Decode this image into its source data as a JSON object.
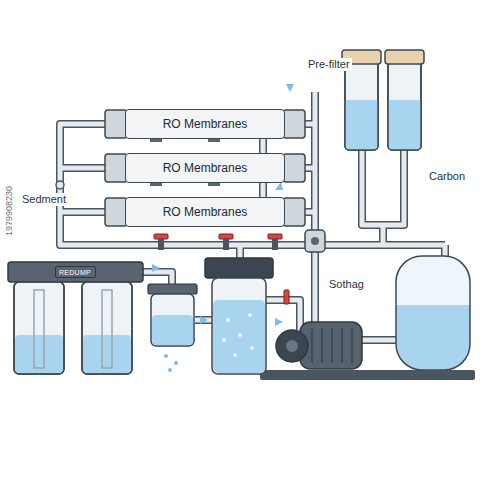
{
  "diagram": {
    "nodes": [
      {
        "text": [
          "RO Membranes"
        ]
      },
      {
        "text": [
          "RO Membranes"
        ]
      },
      {
        "text": [
          "RO Membranes"
        ]
      },
      {
        "text": [
          "REDUMP"
        ]
      }
    ],
    "edges": [
      {
        "from": 0,
        "to": 1,
        "arrow": "none"
      },
      {
        "from": 1,
        "to": 2,
        "arrow": "none"
      }
    ],
    "labels": [
      "Pre-filter",
      "Carbon",
      "Sedment",
      "Sothag",
      "1979908230"
    ]
  }
}
